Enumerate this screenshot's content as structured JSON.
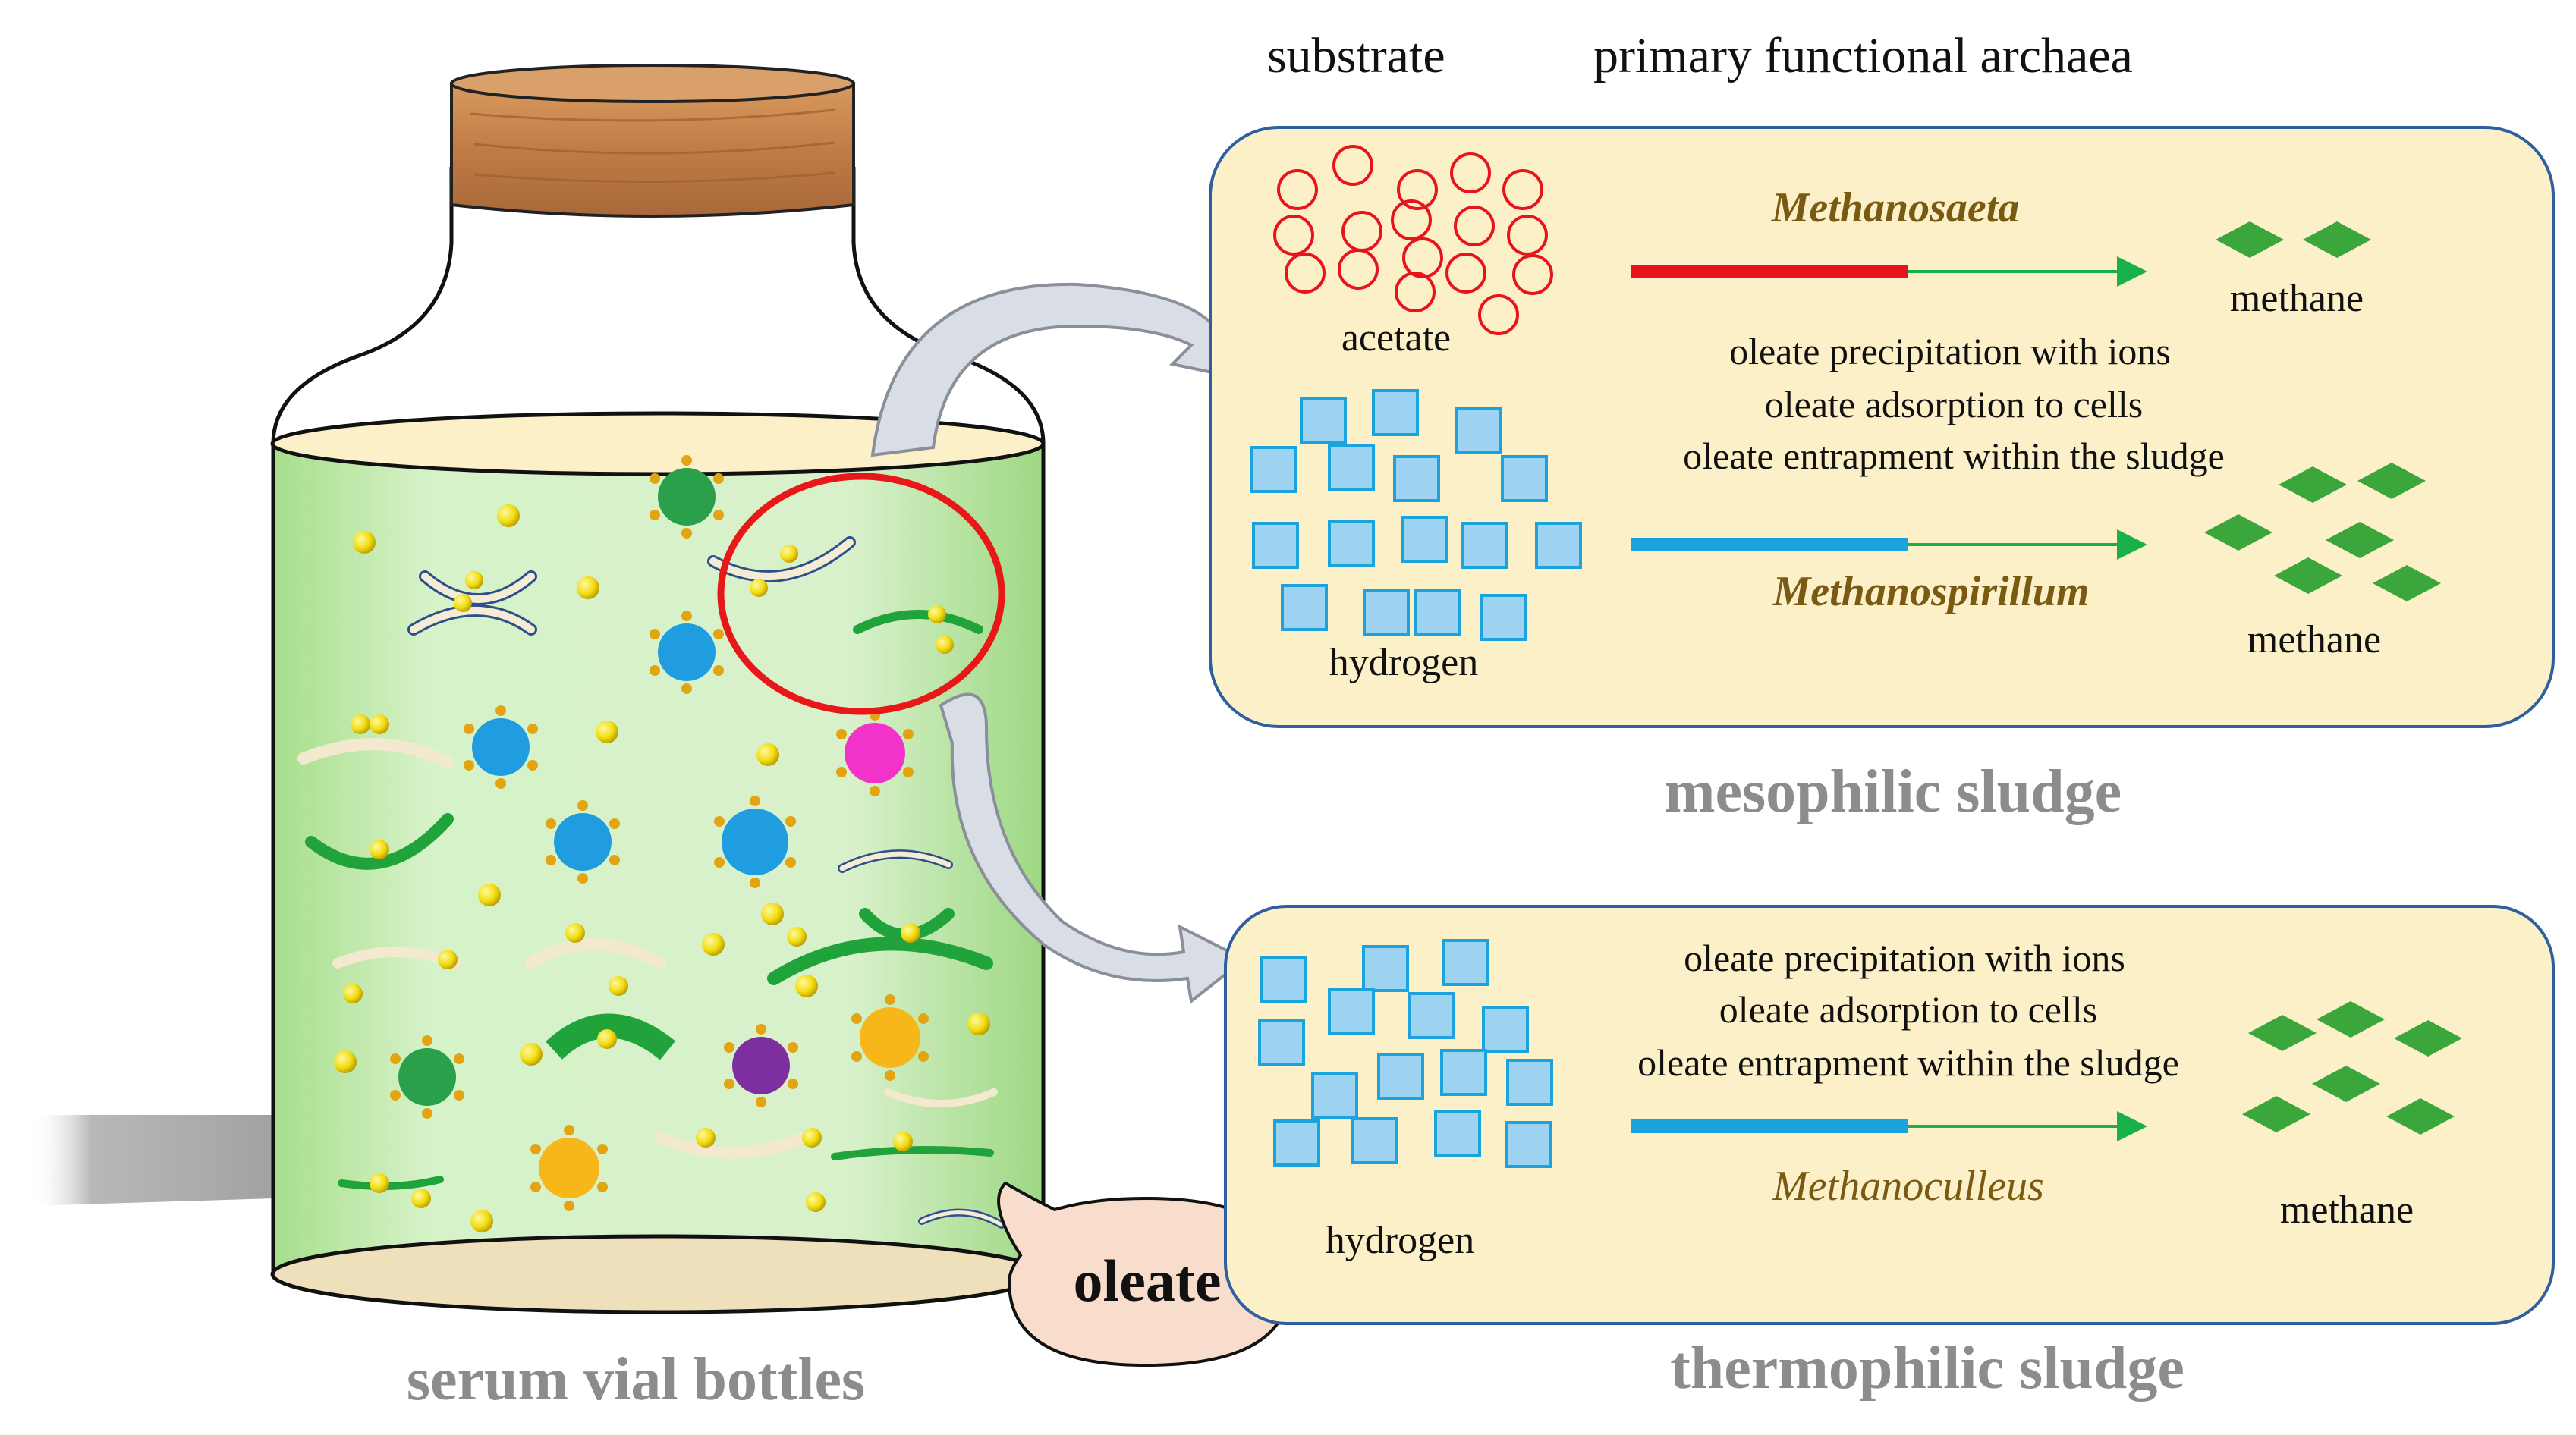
{
  "header": {
    "substrate": "substrate",
    "archaea": "primary functional archaea"
  },
  "bottle": {
    "caption": "serum vial bottles",
    "callout": "oleate"
  },
  "mesophilic": {
    "caption": "mesophilic sludge",
    "acetate_label": "acetate",
    "acetate_archaea": "Methanosaeta",
    "acetate_product": "methane",
    "notes": [
      "oleate precipitation with ions",
      "oleate adsorption to cells",
      "oleate entrapment within the sludge"
    ],
    "hydrogen_label": "hydrogen",
    "hydrogen_archaea": "Methanospirillum",
    "hydrogen_product": "methane"
  },
  "thermophilic": {
    "caption": "thermophilic sludge",
    "notes": [
      "oleate precipitation with ions",
      "oleate adsorption to cells",
      "oleate entrapment within the sludge"
    ],
    "hydrogen_label": "hydrogen",
    "hydrogen_archaea": "Methanoculleus",
    "product": "methane"
  },
  "colors": {
    "panel_fill": "#fbf0c8",
    "panel_border": "#2f5f9e",
    "acetate_circle": "#e8141c",
    "hydrogen_square": "#9dd3f0",
    "hydrogen_square_border": "#1aa3dc",
    "methane_diamond": "#3aa63c",
    "acetate_arrow": "#e8141c",
    "hydrogen_arrow": "#1aa3dc",
    "arrow_tail": "#19b04a",
    "liquid": "#c6ecb2",
    "cork": "#c98a50",
    "highlight_ring": "#e81818"
  }
}
